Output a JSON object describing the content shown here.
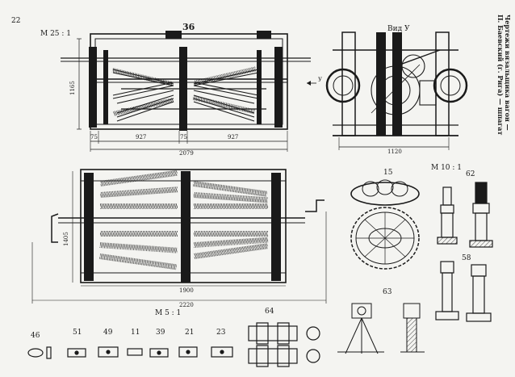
{
  "page_number": "22",
  "caption": {
    "line1": "Чертежи вязальщика вагон —",
    "line2": "П. Баевский (г. Рига) — шпагат"
  },
  "scales": {
    "top_left": "М 25 : 1",
    "right_mid": "М 10 : 1",
    "bottom": "М 5 : 1"
  },
  "view_label": "Вид У",
  "arrow_label": "У",
  "figure_numbers": {
    "f36": "36",
    "f15": "15",
    "f62": "62",
    "f58": "58",
    "f63": "63",
    "f64": "64",
    "f46": "46",
    "f51": "51",
    "f49": "49",
    "f11": "11",
    "f39": "39",
    "f21": "21",
    "f23": "23"
  },
  "dimensions": {
    "top_left_height": "1165",
    "top_seg1": "75",
    "top_seg2": "927",
    "top_seg3": "75",
    "top_seg4": "927",
    "top_total": "2079",
    "right_width": "1120",
    "mid_height": "1405",
    "mid_width": "1900",
    "mid_overall": "2220"
  },
  "colors": {
    "paper": "#f4f4f1",
    "ink": "#1a1a1a"
  }
}
